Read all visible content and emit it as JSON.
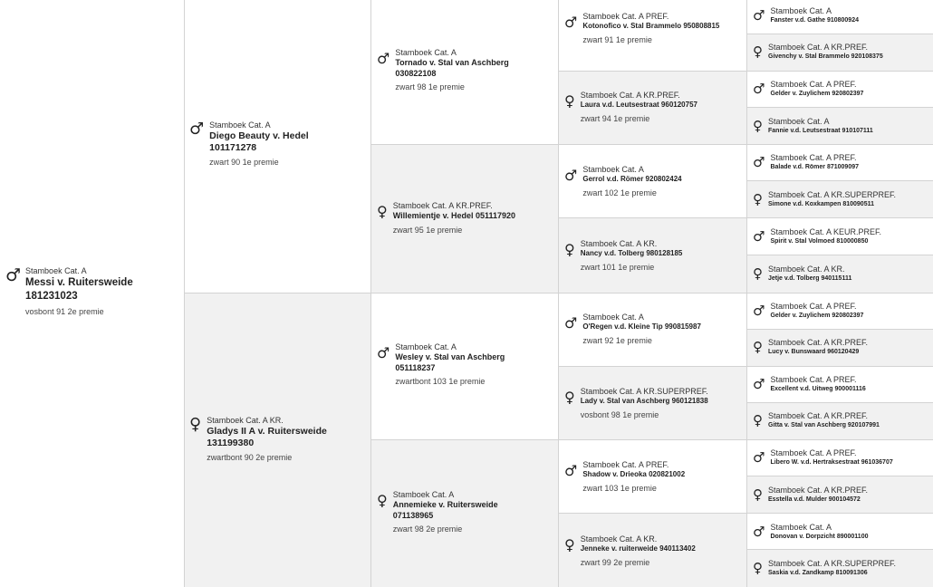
{
  "pedigree": {
    "subject": {
      "sex": "♂",
      "category": "Stamboek Cat. A",
      "name": "Messi v. Ruitersweide 181231023",
      "note": "vosbont 91 2e premie"
    },
    "parents": [
      {
        "sex": "♂",
        "category": "Stamboek Cat. A",
        "name": "Diego Beauty v. Hedel 101171278",
        "note": "zwart 90 1e premie"
      },
      {
        "sex": "♀",
        "category": "Stamboek Cat. A KR.",
        "name": "Gladys II A v. Ruitersweide 131199380",
        "note": "zwartbont 90 2e premie"
      }
    ],
    "grandparents": [
      {
        "sex": "♂",
        "category": "Stamboek Cat. A",
        "name": "Tornado v. Stal van Aschberg 030822108",
        "note": "zwart 98 1e premie"
      },
      {
        "sex": "♀",
        "category": "Stamboek Cat. A KR.PREF.",
        "name": "Willemientje v. Hedel 051117920",
        "note": "zwart 95 1e premie"
      },
      {
        "sex": "♂",
        "category": "Stamboek Cat. A",
        "name": "Wesley v. Stal van Aschberg 051118237",
        "note": "zwartbont 103 1e premie"
      },
      {
        "sex": "♀",
        "category": "Stamboek Cat. A",
        "name": "Annemieke v. Ruitersweide 071138965",
        "note": "zwart 98 2e premie"
      }
    ],
    "great_grandparents": [
      {
        "sex": "♂",
        "category": "Stamboek Cat. A PREF.",
        "name": "Kotonofico v. Stal Brammelo 950808815",
        "note": "zwart 91 1e premie"
      },
      {
        "sex": "♀",
        "category": "Stamboek Cat. A KR.PREF.",
        "name": "Laura v.d. Leutsestraat 960120757",
        "note": "zwart 94 1e premie"
      },
      {
        "sex": "♂",
        "category": "Stamboek Cat. A",
        "name": "Gerrol v.d. Römer 920802424",
        "note": "zwart 102 1e premie"
      },
      {
        "sex": "♀",
        "category": "Stamboek Cat. A KR.",
        "name": "Nancy v.d. Tolberg 980128185",
        "note": "zwart 101 1e premie"
      },
      {
        "sex": "♂",
        "category": "Stamboek Cat. A",
        "name": "O'Regen v.d. Kleine Tip 990815987",
        "note": "zwart 92 1e premie"
      },
      {
        "sex": "♀",
        "category": "Stamboek Cat. A KR.SUPERPREF.",
        "name": "Lady v. Stal van Aschberg 960121838",
        "note": "vosbont 98 1e premie"
      },
      {
        "sex": "♂",
        "category": "Stamboek Cat. A PREF.",
        "name": "Shadow v. Drieoka 020821002",
        "note": "zwart 103 1e premie"
      },
      {
        "sex": "♀",
        "category": "Stamboek Cat. A KR.",
        "name": "Jenneke v. ruiterweide 940113402",
        "note": "zwart 99 2e premie"
      }
    ],
    "great_great_grandparents": [
      {
        "sex": "♂",
        "category": "Stamboek Cat. A",
        "name": "Fanster v.d. Gathe 910800924"
      },
      {
        "sex": "♀",
        "category": "Stamboek Cat. A KR.PREF.",
        "name": "Givenchy v. Stal Brammelo 920108375"
      },
      {
        "sex": "♂",
        "category": "Stamboek Cat. A PREF.",
        "name": "Gelder v. Zuylichem 920802397"
      },
      {
        "sex": "♀",
        "category": "Stamboek Cat. A",
        "name": "Fannie v.d. Leutsestraat 910107111"
      },
      {
        "sex": "♂",
        "category": "Stamboek Cat. A PREF.",
        "name": "Balade v.d. Römer 871009097"
      },
      {
        "sex": "♀",
        "category": "Stamboek Cat. A KR.SUPERPREF.",
        "name": "Simone v.d. Koxkampen 810090511"
      },
      {
        "sex": "♂",
        "category": "Stamboek Cat. A KEUR.PREF.",
        "name": "Spirit v. Stal Volmoed 810000850"
      },
      {
        "sex": "♀",
        "category": "Stamboek Cat. A KR.",
        "name": "Jetje v.d. Tolberg 940115111"
      },
      {
        "sex": "♂",
        "category": "Stamboek Cat. A PREF.",
        "name": "Gelder v. Zuylichem 920802397"
      },
      {
        "sex": "♀",
        "category": "Stamboek Cat. A KR.PREF.",
        "name": "Lucy v. Bunswaard 960120429"
      },
      {
        "sex": "♂",
        "category": "Stamboek Cat. A PREF.",
        "name": "Excellent v.d. Uitweg 900001116"
      },
      {
        "sex": "♀",
        "category": "Stamboek Cat. A KR.PREF.",
        "name": "Gitta v. Stal van Aschberg 920107991"
      },
      {
        "sex": "♂",
        "category": "Stamboek Cat. A PREF.",
        "name": "Libero W. v.d. Hertraksestraat 961036707"
      },
      {
        "sex": "♀",
        "category": "Stamboek Cat. A KR.PREF.",
        "name": "Esstella v.d. Mulder 900104572"
      },
      {
        "sex": "♂",
        "category": "Stamboek Cat. A",
        "name": "Donovan v. Dorpzicht 890001100"
      },
      {
        "sex": "♀",
        "category": "Stamboek Cat. A KR.SUPERPREF.",
        "name": "Saskia v.d. Zandkamp 810091306"
      }
    ]
  }
}
